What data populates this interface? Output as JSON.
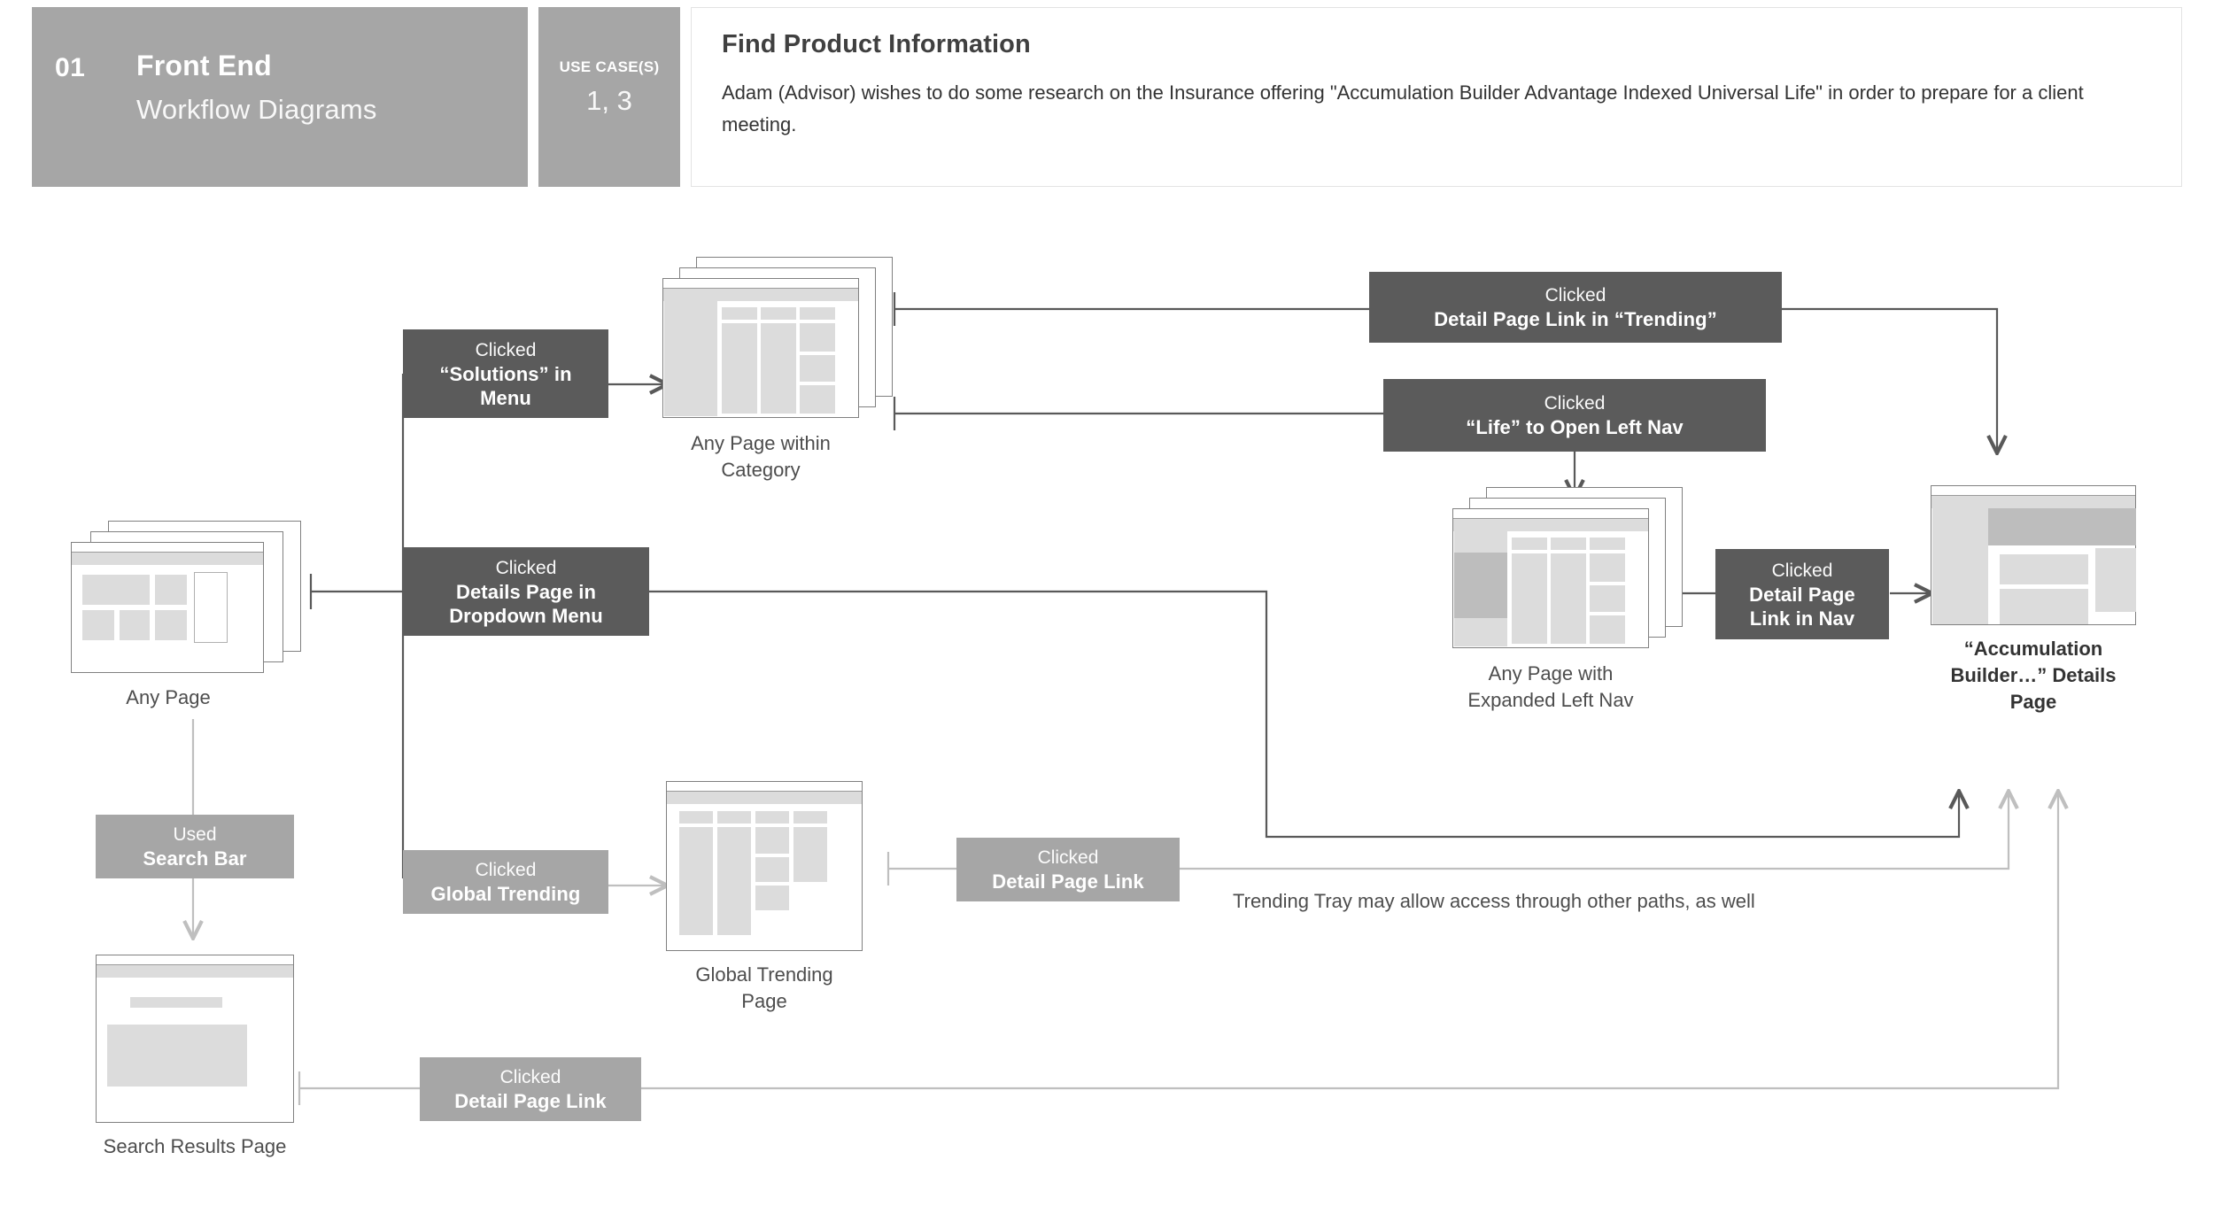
{
  "header": {
    "number": "01",
    "title": "Front End",
    "subtitle": "Workflow Diagrams",
    "usecase_label": "USE CASE(S)",
    "usecase_value": "1, 3",
    "desc_title": "Find Product Information",
    "desc_body": "Adam (Advisor) wishes to do some research on the Insurance offering \"Accumulation Builder Advantage Indexed Universal Life\" in order to prepare for a client meeting."
  },
  "nodes": {
    "any_page": {
      "caption_line1": "Any Page"
    },
    "any_page_category": {
      "caption_line1": "Any Page within",
      "caption_line2": "Category"
    },
    "any_page_expanded_nav": {
      "caption_line1": "Any Page with",
      "caption_line2": "Expanded Left Nav"
    },
    "details_page": {
      "caption_line1": "“Accumulation",
      "caption_line2": "Builder…” Details",
      "caption_line3": "Page"
    },
    "global_trending": {
      "caption_line1": "Global Trending",
      "caption_line2": "Page"
    },
    "search_results": {
      "caption_line1": "Search Results Page"
    }
  },
  "actions": {
    "solutions_menu": {
      "verb": "Clicked",
      "obj_line1": "“Solutions” in",
      "obj_line2": "Menu"
    },
    "details_dropdown": {
      "verb": "Clicked",
      "obj_line1": "Details Page in",
      "obj_line2": "Dropdown Menu"
    },
    "global_trending": {
      "verb": "Clicked",
      "obj_line1": "Global Trending"
    },
    "used_search_bar": {
      "verb": "Used",
      "obj_line1": "Search Bar"
    },
    "detail_link_trending": {
      "verb": "Clicked",
      "obj_line1": "Detail Page Link in “Trending”"
    },
    "life_left_nav": {
      "verb": "Clicked",
      "obj_line1": "“Life” to Open Left Nav"
    },
    "detail_link_nav": {
      "verb": "Clicked",
      "obj_line1": "Detail Page",
      "obj_line2": "Link in Nav"
    },
    "detail_link_trendtray": {
      "verb": "Clicked",
      "obj_line1": "Detail Page Link"
    },
    "detail_link_search": {
      "verb": "Clicked",
      "obj_line1": "Detail Page Link"
    }
  },
  "annotations": {
    "trending_tray_note": "Trending Tray may allow access through other paths, as well"
  },
  "colors": {
    "header_gray": "#a6a6a6",
    "action_dark": "#5b5b5b",
    "action_light": "#a6a6a6",
    "wire_dark": "#595959",
    "wire_light": "#bfbfbf",
    "block_fill": "#dcdcdc",
    "block_fill_dark": "#bdbdbd",
    "text": "#4d4d4d"
  }
}
